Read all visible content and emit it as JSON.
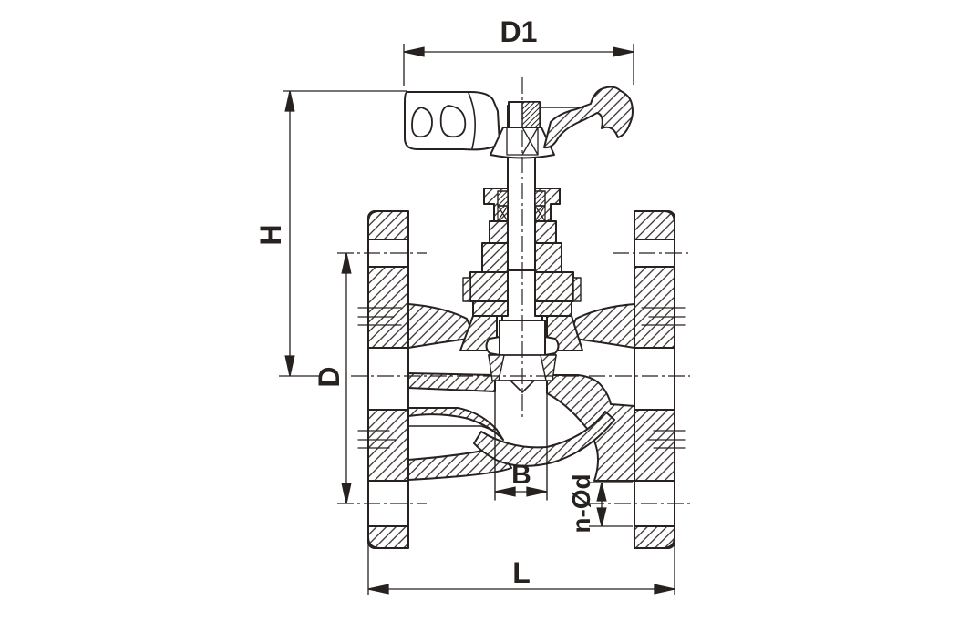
{
  "drawing": {
    "title": "globe-valve-cross-section",
    "line_color": "#272120",
    "background_color": "#ffffff",
    "labels": {
      "handwheel_diameter": "D1",
      "height": "H",
      "flange_diameter": "D",
      "seat_bore": "B",
      "bolt_holes": "n-Ød",
      "face_to_face": "L"
    }
  }
}
